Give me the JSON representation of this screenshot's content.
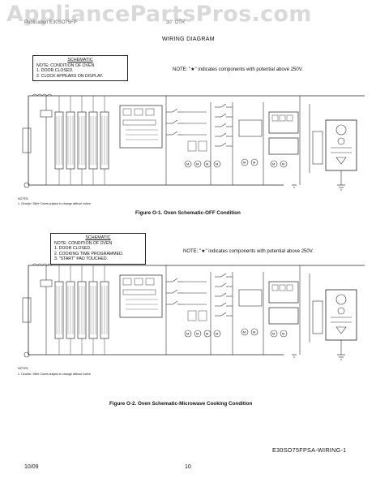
{
  "watermark": "AppliancePartsPros.com",
  "header": {
    "left_text": "Publication  E30SO75FP",
    "mid_text": "30\" OTR",
    "title": "WIRING DIAGRAM"
  },
  "schematic1": {
    "box_title": "SCHEMATIC",
    "box_lines": [
      "NOTE: CONDITION OF OVEN",
      "1.  DOOR CLOSED.",
      "2.  CLOCK APPEARS ON DISPLAY."
    ],
    "note": "NOTE: \"★\" indicates components with potential above 250V.",
    "footnote_title": "NOTES:",
    "footnote": "1. Circuits / Wire Colors subject to change without notice.",
    "caption": "Figure O-1. Oven Schematic-OFF Condition"
  },
  "schematic2": {
    "box_title": "SCHEMATIC",
    "box_lines": [
      "NOTE: CONDITION OF OVEN",
      "1.  DOOR CLOSED.",
      "2.  COOKING TIME PROGRAMMED.",
      "3.  \"START\" PAD TOUCHED."
    ],
    "note": "NOTE: \"★\" indicates components with potential above 250V.",
    "footnote_title": "NOTES:",
    "footnote": "1. Circuits / Wire Colors subject to change without notice.",
    "caption": "Figure O-2. Oven Schematic-Microwave Cooking Condition"
  },
  "footer": {
    "ref": "E30SO75FPSA-WIRING-1",
    "date": "10/09",
    "page": "10"
  }
}
